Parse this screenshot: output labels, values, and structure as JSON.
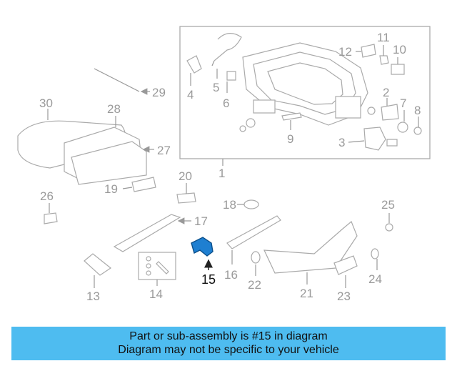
{
  "diagram": {
    "highlight_color": "#1e7fd1",
    "highlighted_part": "15",
    "labels": {
      "p1": "1",
      "p2": "2",
      "p3": "3",
      "p4": "4",
      "p5": "5",
      "p6": "6",
      "p7": "7",
      "p8": "8",
      "p9": "9",
      "p10": "10",
      "p11": "11",
      "p12": "12",
      "p13": "13",
      "p14": "14",
      "p15": "15",
      "p16": "16",
      "p17": "17",
      "p18": "18",
      "p19": "19",
      "p20": "20",
      "p21": "21",
      "p22": "22",
      "p23": "23",
      "p24": "24",
      "p25": "25",
      "p26": "26",
      "p27": "27",
      "p28": "28",
      "p29": "29",
      "p30": "30"
    }
  },
  "banner": {
    "line1": "Part or sub-assembly is #15 in diagram",
    "line2": "Diagram may not be specific to your vehicle",
    "background": "#4ebcf0"
  }
}
